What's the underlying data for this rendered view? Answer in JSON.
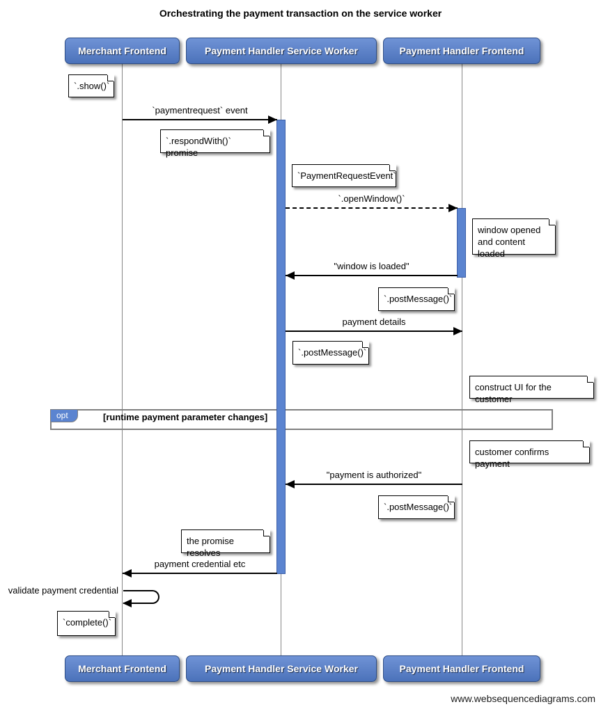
{
  "title": "Orchestrating the payment transaction on the service worker",
  "actors": [
    {
      "label": "Merchant Frontend"
    },
    {
      "label": "Payment Handler Service Worker"
    },
    {
      "label": "Payment Handler Frontend"
    }
  ],
  "messages": [
    {
      "label": "`paymentrequest` event",
      "from": "Merchant Frontend",
      "to": "Payment Handler Service Worker",
      "style": "solid"
    },
    {
      "label": "`.openWindow()`",
      "from": "Payment Handler Service Worker",
      "to": "Payment Handler Frontend",
      "style": "dashed"
    },
    {
      "label": "\"window is loaded\"",
      "from": "Payment Handler Frontend",
      "to": "Payment Handler Service Worker",
      "style": "solid"
    },
    {
      "label": "payment details",
      "from": "Payment Handler Service Worker",
      "to": "Payment Handler Frontend",
      "style": "solid"
    },
    {
      "label": "\"payment is authorized\"",
      "from": "Payment Handler Frontend",
      "to": "Payment Handler Service Worker",
      "style": "solid"
    },
    {
      "label": "payment credential etc",
      "from": "Payment Handler Service Worker",
      "to": "Merchant Frontend",
      "style": "solid"
    },
    {
      "label": "validate payment credential",
      "from": "Merchant Frontend",
      "to": "Merchant Frontend",
      "style": "self"
    }
  ],
  "notes": [
    {
      "text": "`.show()`"
    },
    {
      "text": "`.respondWith()` promise"
    },
    {
      "text": "`PaymentRequestEvent`"
    },
    {
      "text": "window opened\nand content loaded"
    },
    {
      "text": "`.postMessage()`"
    },
    {
      "text": "`.postMessage()`"
    },
    {
      "text": "construct UI for the customer"
    },
    {
      "text": "customer confirms payment"
    },
    {
      "text": "`.postMessage()`"
    },
    {
      "text": "the promise resolves"
    },
    {
      "text": "`complete()`"
    }
  ],
  "fragment": {
    "keyword": "opt",
    "condition": "[runtime payment parameter changes]"
  },
  "footer": "www.websequencediagrams.com",
  "colors": {
    "actor_blue_top": "#7093d6",
    "actor_blue_bottom": "#4b72ba",
    "actor_border": "#2d4d86",
    "activation_fill": "#5b84d0",
    "activation_border": "#3c5fa8",
    "frame_border": "#7f7f7f",
    "fragment_tab_fill": "#5b84d0",
    "lifeline": "#868686",
    "note_fill": "#ffffff",
    "text": "#000000"
  }
}
